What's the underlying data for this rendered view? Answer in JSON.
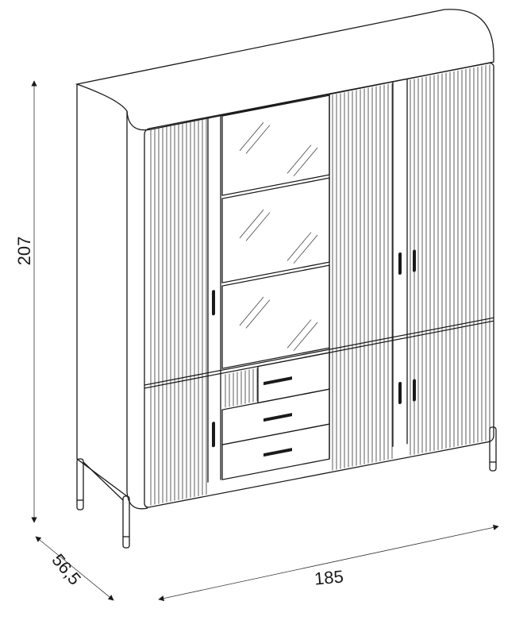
{
  "drawing": {
    "subject": "cabinet",
    "dimensions": {
      "height": "207",
      "width": "185",
      "depth": "56,5"
    }
  }
}
